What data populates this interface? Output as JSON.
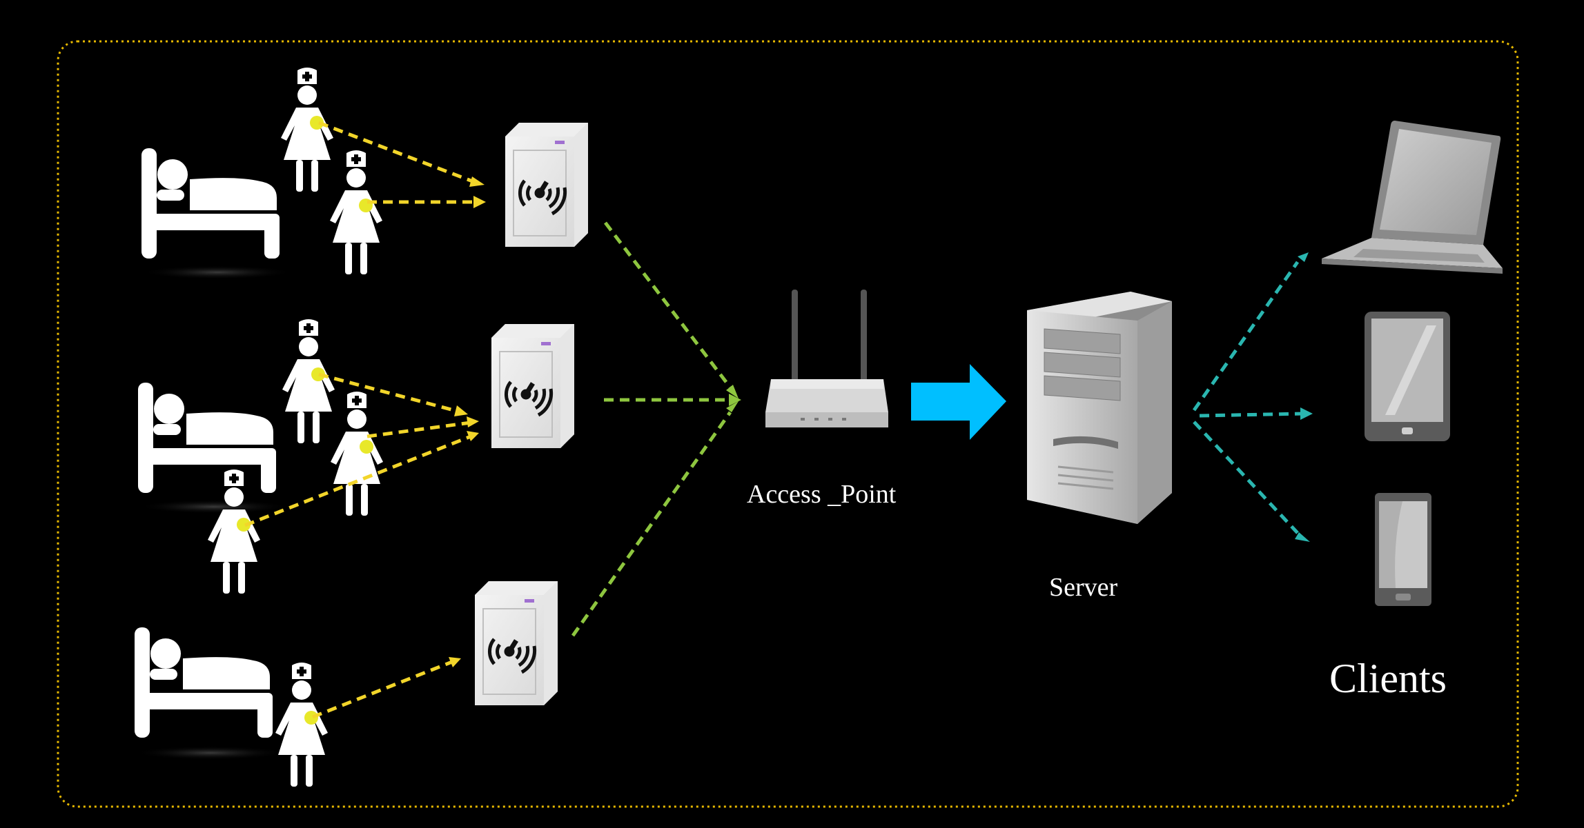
{
  "labels": {
    "access_point": "Access _Point",
    "server": "Server",
    "clients": "Clients"
  },
  "colors": {
    "background": "#000000",
    "frame": "#e6b800",
    "patient_to_reader": "#f2d52a",
    "reader_to_ap": "#8ec63f",
    "ap_to_server": "#00bfff",
    "server_to_clients": "#2ab6b0",
    "tag": "#e8e82a"
  },
  "icons": [
    "bed-icon",
    "nurse-icon",
    "rfid-reader-icon",
    "access-point-icon",
    "server-icon",
    "laptop-icon",
    "tablet-icon",
    "smartphone-icon",
    "arrow-right-icon"
  ]
}
